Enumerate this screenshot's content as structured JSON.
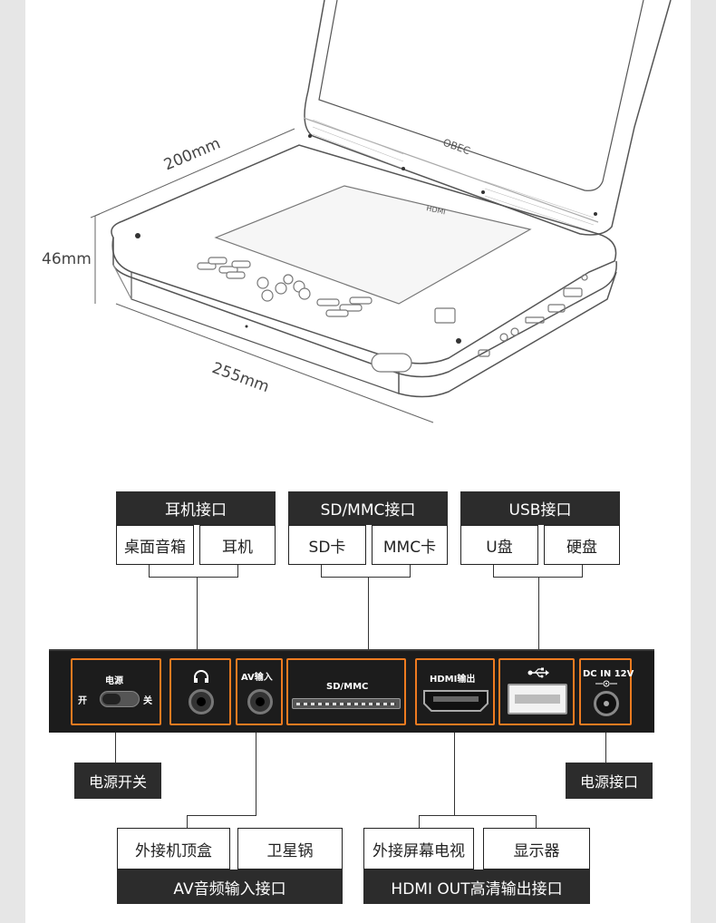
{
  "dimensions": {
    "depth": "200mm",
    "height": "46mm",
    "width": "255mm"
  },
  "sketch_text": {
    "brand": "OBEC",
    "hdmi": "HDMI"
  },
  "headphone_group": {
    "title": "耳机接口",
    "items": [
      "桌面音箱",
      "耳机"
    ]
  },
  "sdmmc_group": {
    "title": "SD/MMC接口",
    "items": [
      "SD卡",
      "MMC卡"
    ]
  },
  "usb_group": {
    "title": "USB接口",
    "items": [
      "U盘",
      "硬盘"
    ]
  },
  "port_labels": {
    "power": "电源",
    "on": "开",
    "off": "关",
    "av_in": "AV输入",
    "sdmmc": "SD/MMC",
    "hdmi_out": "HDMI输出",
    "dc_in": "DC IN 12V"
  },
  "power_switch_label": "电源开关",
  "power_port_label": "电源接口",
  "av_group": {
    "items": [
      "外接机顶盒",
      "卫星锅"
    ],
    "title": "AV音频输入接口"
  },
  "hdmi_group": {
    "items": [
      "外接屏幕电视",
      "显示器"
    ],
    "title": "HDMI OUT高清输出接口"
  },
  "colors": {
    "highlight": "#ee7b20",
    "dark": "#2c2c2c",
    "bar": "#1c1c1c"
  }
}
